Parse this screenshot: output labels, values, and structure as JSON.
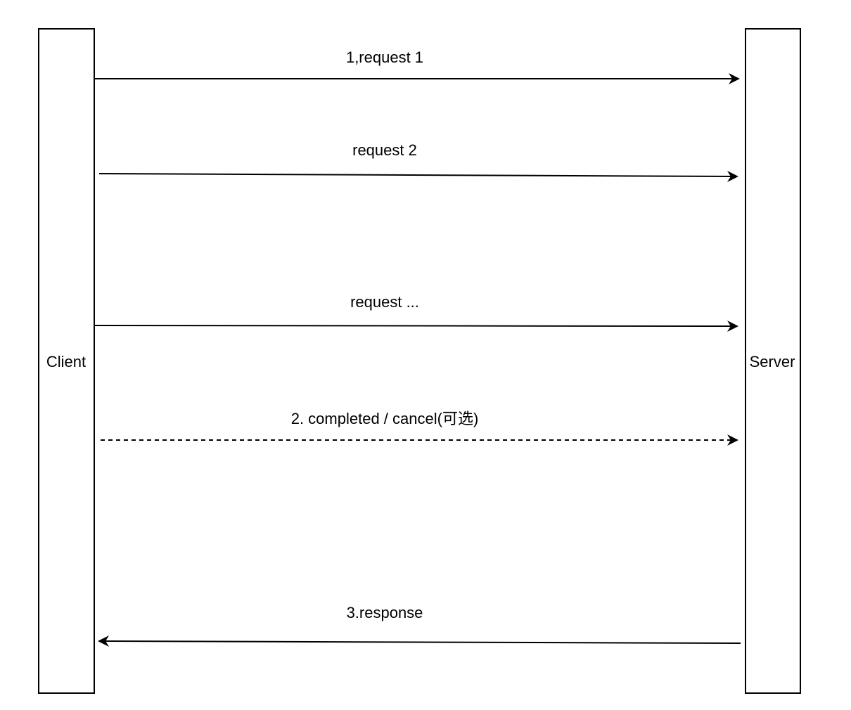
{
  "participants": {
    "client": {
      "label": "Client"
    },
    "server": {
      "label": "Server"
    }
  },
  "messages": [
    {
      "id": "msg-1",
      "label": "1,request 1",
      "from": "client",
      "to": "server",
      "style": "solid"
    },
    {
      "id": "msg-2",
      "label": "request 2",
      "from": "client",
      "to": "server",
      "style": "solid"
    },
    {
      "id": "msg-3",
      "label": "request ...",
      "from": "client",
      "to": "server",
      "style": "solid"
    },
    {
      "id": "msg-4",
      "label": "2. completed / cancel(可选)",
      "from": "client",
      "to": "server",
      "style": "dashed"
    },
    {
      "id": "msg-5",
      "label": "3.response",
      "from": "server",
      "to": "client",
      "style": "solid"
    }
  ],
  "colors": {
    "stroke": "#000000",
    "background": "#ffffff"
  }
}
